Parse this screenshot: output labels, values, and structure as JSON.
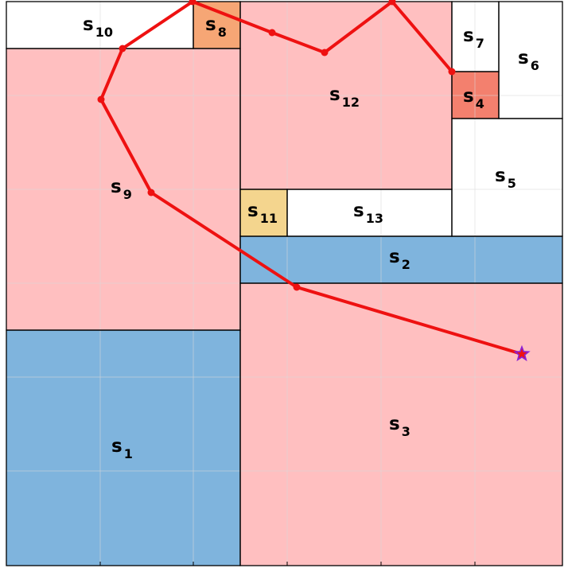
{
  "diagram": {
    "regions": [
      {
        "id": "s1",
        "name": "s",
        "index": "1",
        "color": "#7fb4dd"
      },
      {
        "id": "s2",
        "name": "s",
        "index": "2",
        "color": "#7fb4dd"
      },
      {
        "id": "s3",
        "name": "s",
        "index": "3",
        "color": "#ffbfc0"
      },
      {
        "id": "s4",
        "name": "s",
        "index": "4",
        "color": "#f3806e"
      },
      {
        "id": "s5",
        "name": "s",
        "index": "5",
        "color": "#ffffff"
      },
      {
        "id": "s6",
        "name": "s",
        "index": "6",
        "color": "#ffffff"
      },
      {
        "id": "s7",
        "name": "s",
        "index": "7",
        "color": "#ffffff"
      },
      {
        "id": "s8",
        "name": "s",
        "index": "8",
        "color": "#f6a675"
      },
      {
        "id": "s9",
        "name": "s",
        "index": "9",
        "color": "#ffbfc0"
      },
      {
        "id": "s10",
        "name": "s",
        "index": "10",
        "color": "#ffffff"
      },
      {
        "id": "s11",
        "name": "s",
        "index": "11",
        "color": "#f4d58e"
      },
      {
        "id": "s12",
        "name": "s",
        "index": "12",
        "color": "#ffbfc0"
      },
      {
        "id": "s13",
        "name": "s",
        "index": "13",
        "color": "#ffffff"
      }
    ],
    "path": {
      "color": "#ee1111",
      "end_marker_color": "#8a1fd6",
      "end_marker": "star-icon"
    },
    "grid_color": "#d9d9d9",
    "border_color": "#000000"
  }
}
